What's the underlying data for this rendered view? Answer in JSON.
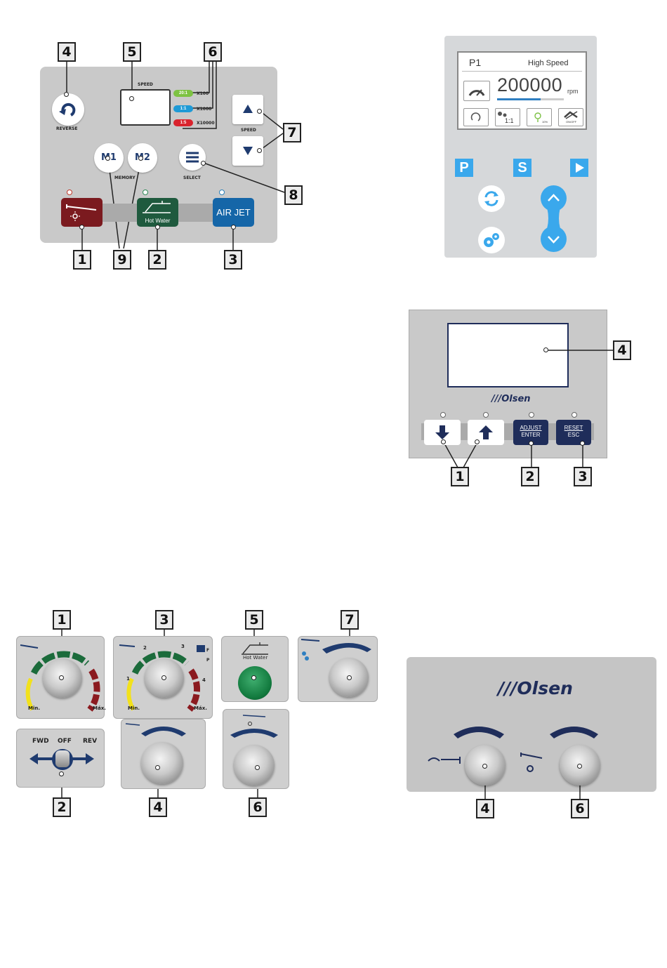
{
  "panel_a": {
    "callouts": [
      "4",
      "5",
      "6",
      "7",
      "8",
      "1",
      "9",
      "2",
      "3"
    ],
    "reverse_label": "REVERSE",
    "speed_label": "SPEED",
    "ratios": [
      {
        "text": "20:1",
        "mult": "X100",
        "color": "#7dc242"
      },
      {
        "text": "1:1",
        "mult": "X1000",
        "color": "#1e9ad6"
      },
      {
        "text": "1:5",
        "mult": "X10000",
        "color": "#d9232d"
      }
    ],
    "speed_label_2": "SPEED",
    "memory_label": "MEMORY",
    "m1": "M1",
    "m2": "M2",
    "select_label": "SELECT",
    "hot_water": "Hot Water",
    "air_jet": "AIR JET",
    "colors": {
      "red": "#7b1a1f",
      "green": "#1f5a3e",
      "blue": "#1566a8"
    }
  },
  "panel_b": {
    "program": "P1",
    "mode": "High Speed",
    "speed": "200000",
    "unit": "rpm",
    "ratio": "1:1",
    "light_pct": "10%",
    "onoff": "ON/OFF",
    "btn_p": "P",
    "btn_s": "S",
    "accent": "#2fa3e6"
  },
  "panel_c": {
    "brand": "Olsen",
    "adjust": "ADJUST",
    "enter": "ENTER",
    "reset": "RESET",
    "esc": "ESC",
    "callouts": [
      "4",
      "1",
      "2",
      "3"
    ]
  },
  "panel_d": {
    "callouts": [
      "1",
      "3",
      "5",
      "7",
      "2",
      "4",
      "6"
    ],
    "min": "Min.",
    "max": "Máx.",
    "fwd": "FWD",
    "off": "OFF",
    "rev": "REV",
    "hot_water": "Hot Water",
    "scale": [
      "1",
      "2",
      "3",
      "4"
    ],
    "pedal_f": "F",
    "pedal_p": "P"
  },
  "panel_e": {
    "brand": "Olsen",
    "callouts": [
      "4",
      "6"
    ]
  }
}
